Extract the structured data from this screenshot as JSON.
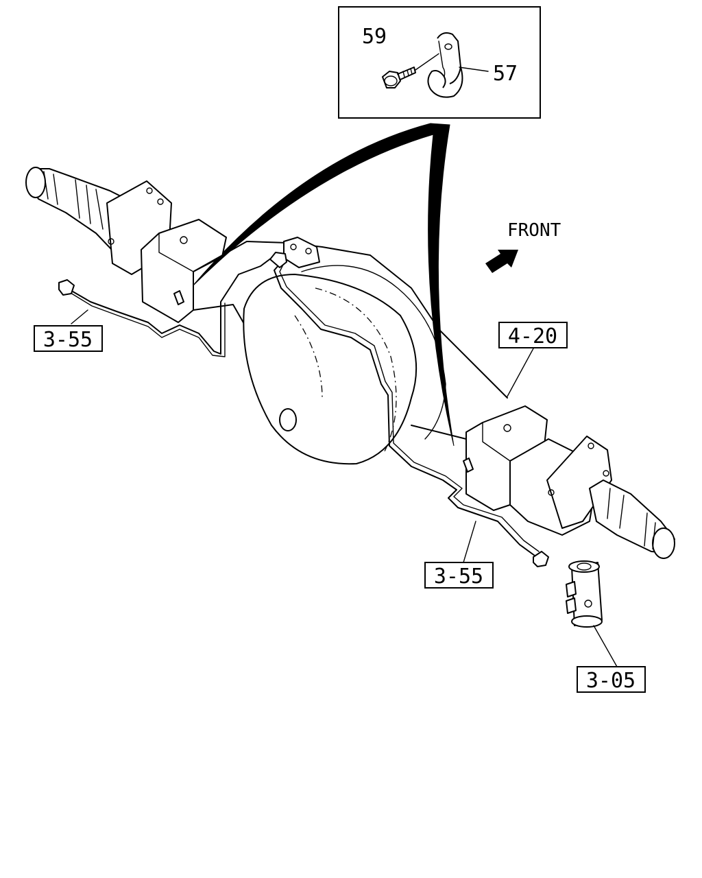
{
  "direction_label": "FRONT",
  "callouts": {
    "bolt": "59",
    "clip": "57",
    "pipe_left": "3-55",
    "pipe_right": "3-55",
    "axle_housing": "4-20",
    "wheel_cylinder": "3-05"
  },
  "icons": [
    "front-arrow-icon"
  ],
  "colors": {
    "line": "#000000",
    "background": "#ffffff"
  }
}
